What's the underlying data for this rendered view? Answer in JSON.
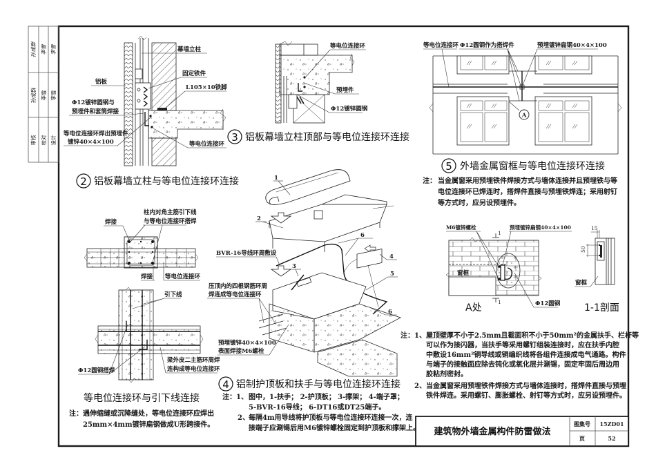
{
  "approval_strip": [
    {
      "role": "审核",
      "name": "孙成群",
      "signature": "孙成群"
    },
    {
      "role": "校对",
      "name": "李雪",
      "signature": "李雪"
    },
    {
      "role": "设计",
      "name": "李雪",
      "signature": "李雪"
    }
  ],
  "detail_2": {
    "number": "2",
    "title": "铝板幕墙立柱与等电位连接环连接",
    "labels": {
      "curtain_wall_column": "幕墙立柱",
      "aluminum_panel": "铝板",
      "fixing_iron": "固定铁件",
      "angle_foot": "L105×10铁脚",
      "round_steel_line1": "Φ12镀锌圆钢与",
      "round_steel_line2": "预埋件和套筒焊接",
      "ring_embed_line1": "等电位连接环焊出预埋件",
      "ring_embed_line2": "镀锌40×4×100",
      "bonding_ring": "等电位连接环"
    }
  },
  "detail_3": {
    "number": "3",
    "title": "铝板幕墙立柱顶部与等电位连接环连接",
    "labels": {
      "bonding_ring": "等电位连接环",
      "embedded_part": "预埋件",
      "round_steel": "Φ12镀锌圆钢"
    }
  },
  "detail_5": {
    "number": "5",
    "title": "外墙金属窗框与等电位连接环连接",
    "labels": {
      "bonding_ring": "等电位连接环",
      "lap_weld": "Φ12圆钢作为搭焊件",
      "embedded_flat_steel": "预埋镀锌扁钢40×4×100",
      "callout_a": "A"
    },
    "note_prefix": "注：",
    "note_lines": [
      "当金属窗采用预埋铁件焊接方式与墙体连接并且预埋铁与等",
      "电位连接环已焊连时，搭焊件直接与预埋铁焊连；采用射钉",
      "等方式时，应另设预埋件。"
    ]
  },
  "detail_a": {
    "title": "A处",
    "labels": {
      "bolt": "M6镀锌螺栓",
      "embedded_flat_steel": "预埋镀锌扁钢40×4×100",
      "window_frame": "窗框",
      "round_steel": "Φ12圆钢",
      "section_mark": "1"
    }
  },
  "section_1_1": {
    "title": "1-1剖面",
    "labels": {
      "dim_top": "15",
      "dim_side": "50",
      "window_frame": "窗框"
    }
  },
  "column_plan": {
    "labels": {
      "diag_bar_line1": "柱内对角主筋引下线",
      "diag_bar_line2": "与等电位连接环搭焊",
      "weld_top": "焊接",
      "weld_bottom": "焊接",
      "bonding_ring": "等电位连接环"
    }
  },
  "downconductor_detail": {
    "title": "等电位连接环与引下线连接",
    "labels": {
      "down_conductor": "引下线",
      "lap_weld": "Φ12圆钢搭焊",
      "beam_bar_line1": "梁外皮二主筋环周焊",
      "beam_bar_line2": "连构成等电位连接环"
    },
    "note_prefix": "注：",
    "note_lines": [
      "遇伸缩缝或沉降缝处，等电位连接环应焊出",
      "25mm×4mm镀锌扁钢做成U形跨接件。"
    ]
  },
  "detail_4": {
    "number": "4",
    "title": "铝制护顶板和扶手与等电位连接环连接",
    "labels": {
      "part1": "1",
      "part2": "2",
      "part3": "3",
      "part4": "4",
      "part5": "5",
      "part6_top": "6",
      "part6_bottom": "6",
      "conductor": "BVR-16导线环周敷设",
      "coping_line1": "压顶内的四根钢筋环周",
      "coping_line2": "焊连成等电位连接环",
      "embed_line1": "预埋镀锌40×4×100",
      "embed_line2": "表面焊接M6螺栓"
    },
    "notes": [
      {
        "marker": "注：1、",
        "text": "图中，1-扶手；  2-护顶板；  3-撑架；  4-端子罩；"
      },
      {
        "marker": "",
        "text": "5-BVR-16导线；  6-DT16或DT25端子。"
      },
      {
        "marker": "2、",
        "text": "每隔4m用导线将护顶板与等电位连接环连接一次，连"
      },
      {
        "marker": "",
        "text": "接端子应涮锡后用M6镀锌螺栓固定到护顶板和撑架上。"
      }
    ]
  },
  "general_notes": {
    "prefix": "注：",
    "items": [
      {
        "marker": "1、",
        "lines": [
          "屋顶壁厚不小于2.5mm且截面积不小于50mm²的金属扶手、栏杆等",
          "可以作为接闪器，当扶手等采用螺钉组装连接时，应在扶手内腔",
          "中敷设16mm²铜导线或铜编织线将各组件连接成电气通路。构件",
          "与端子的接触面应除去钝化或氧化层并涮锡，固定牢固后周边用",
          "胶粘剂密封。"
        ]
      },
      {
        "marker": "2、",
        "lines": [
          "当金属窗采用预埋铁件焊接方式与墙体连接时，搭焊件直接与预埋",
          "铁件焊连。采用螺钉、膨胀螺栓、射钉等方式时，应另设预埋件。"
        ]
      }
    ]
  },
  "title_block": {
    "title": "建筑物外墙金属构件防雷做法",
    "atlas_no_label": "图集号",
    "atlas_no": "15ZD01",
    "page_label": "页",
    "page": "52"
  }
}
